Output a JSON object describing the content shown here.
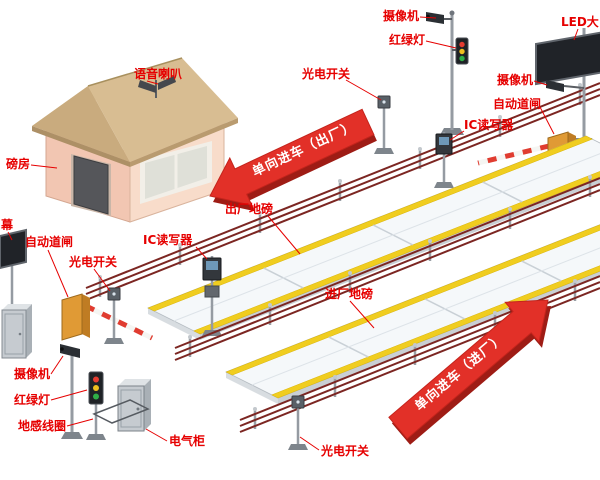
{
  "diagram_type": "truck-weighbridge-gate-system-schematic",
  "colors": {
    "background": "#ffffff",
    "label_red": "#e60000",
    "arrow_red": "#e23028",
    "arrow_red_dark": "#9e1c15",
    "platform_yellow": "#f0cd1f",
    "railing_red": "#7c2622",
    "house_wall_front": "#f2c6b2",
    "house_wall_side": "#f8dcca",
    "roof_tan": "#d8bd92",
    "barrier_orange": "#e09a35",
    "cabinet_gray": "#c6cbd0"
  },
  "labels": [
    {
      "id": "camera-top",
      "text": "摄像机"
    },
    {
      "id": "traffic-light-top",
      "text": "红绿灯"
    },
    {
      "id": "led-screen",
      "text": "LED大"
    },
    {
      "id": "voice-speaker",
      "text": "语音喇叭"
    },
    {
      "id": "photoelectric-switch-top",
      "text": "光电开关"
    },
    {
      "id": "camera-right",
      "text": "摄像机"
    },
    {
      "id": "auto-barrier-right",
      "text": "自动道闸"
    },
    {
      "id": "ic-reader-right",
      "text": "IC读写器"
    },
    {
      "id": "weigh-room",
      "text": "磅房"
    },
    {
      "id": "exit-weighbridge",
      "text": "出厂地磅"
    },
    {
      "id": "ic-reader-left",
      "text": "IC读写器"
    },
    {
      "id": "display-screen",
      "text": "幕"
    },
    {
      "id": "auto-barrier-left",
      "text": "自动道闸"
    },
    {
      "id": "photoelectric-switch-left",
      "text": "光电开关"
    },
    {
      "id": "entry-weighbridge",
      "text": "进厂地磅"
    },
    {
      "id": "camera-bottom-left",
      "text": "摄像机"
    },
    {
      "id": "traffic-light-bottom",
      "text": "红绿灯"
    },
    {
      "id": "ground-sensor-coil",
      "text": "地感线圈"
    },
    {
      "id": "electrical-cabinet",
      "text": "电气柜"
    },
    {
      "id": "photoelectric-switch-bottom",
      "text": "光电开关"
    }
  ],
  "arrows": [
    {
      "id": "exit-direction",
      "text": "单向进车（出厂）"
    },
    {
      "id": "entry-direction",
      "text": "单向进车（进厂）"
    }
  ]
}
